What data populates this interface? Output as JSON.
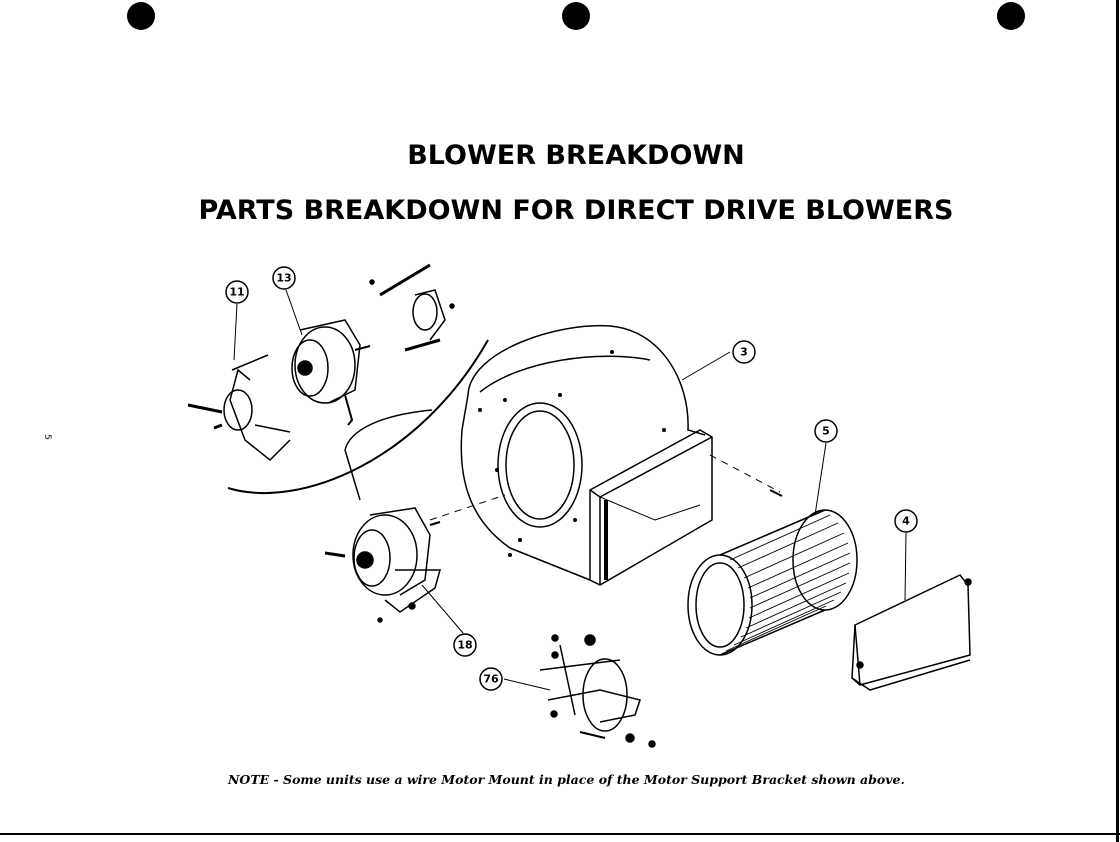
{
  "header": {
    "title": "BLOWER BREAKDOWN",
    "subtitle": "PARTS BREAKDOWN FOR DIRECT DRIVE BLOWERS"
  },
  "callouts": [
    {
      "number": "11",
      "part": "motor-mount"
    },
    {
      "number": "13",
      "part": "motor"
    },
    {
      "number": "3",
      "part": "blower-housing"
    },
    {
      "number": "5",
      "part": "blower-wheel"
    },
    {
      "number": "4",
      "part": "cutoff-plate"
    },
    {
      "number": "18",
      "part": "motor-with-bracket"
    },
    {
      "number": "76",
      "part": "motor-support-bracket"
    }
  ],
  "note": "NOTE - Some units use a wire Motor Mount in place of the Motor Support Bracket shown above.",
  "page_number": "5",
  "colors": {
    "ink": "#000000",
    "paper": "#ffffff"
  }
}
